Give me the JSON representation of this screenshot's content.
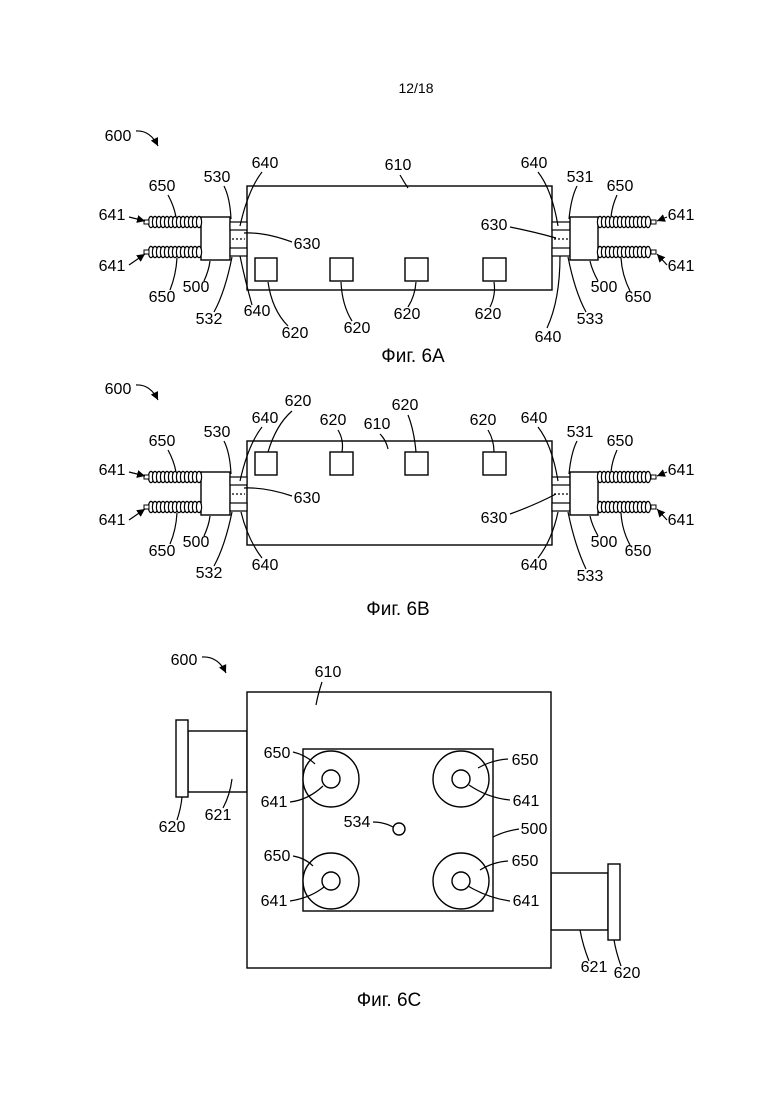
{
  "sheet_number": "12/18",
  "fig_6a": {
    "caption": "Фиг. 6A",
    "labels": [
      "600",
      "610",
      "650",
      "530",
      "640",
      "641",
      "630",
      "641",
      "650",
      "500",
      "532",
      "640",
      "620",
      "620",
      "620",
      "620",
      "640",
      "531",
      "650",
      "641",
      "630",
      "641",
      "500",
      "650",
      "533",
      "640"
    ]
  },
  "fig_6b": {
    "caption": "Фиг. 6B",
    "labels": [
      "600",
      "640",
      "620",
      "620",
      "610",
      "620",
      "620",
      "640",
      "650",
      "530",
      "531",
      "650",
      "641",
      "641",
      "630",
      "630",
      "641",
      "641",
      "650",
      "500",
      "500",
      "650",
      "532",
      "640",
      "640",
      "533"
    ]
  },
  "fig_6c": {
    "caption": "Фиг. 6C",
    "labels": [
      "600",
      "610",
      "650",
      "641",
      "534",
      "500",
      "650",
      "641",
      "650",
      "641",
      "650",
      "641",
      "620",
      "621",
      "621",
      "620"
    ]
  }
}
